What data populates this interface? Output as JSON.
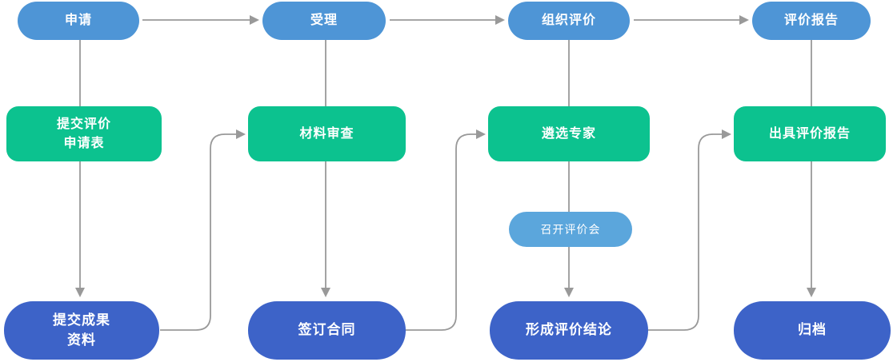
{
  "colors": {
    "stage_blue": "#4e95d6",
    "process_green": "#0cc28f",
    "result_blue": "#3d63c8",
    "meeting_blue": "#5ba6dc",
    "connector_gray": "#999999",
    "label_white": "#ffffff",
    "canvas_bg": "#ffffff"
  },
  "flowchart": {
    "top_stages": [
      {
        "label": "申请"
      },
      {
        "label": "受理"
      },
      {
        "label": "组织评价"
      },
      {
        "label": "评价报告"
      }
    ],
    "process_steps": [
      {
        "label": "提交评价\n申请表"
      },
      {
        "label": "材料审查"
      },
      {
        "label": "遴选专家"
      },
      {
        "label": "出具评价报告"
      }
    ],
    "result_steps": [
      {
        "label": "提交成果\n资料"
      },
      {
        "label": "签订合同"
      },
      {
        "label": "形成评价结论"
      },
      {
        "label": "归档"
      }
    ],
    "meeting_step": {
      "label": "召开评价会"
    }
  }
}
